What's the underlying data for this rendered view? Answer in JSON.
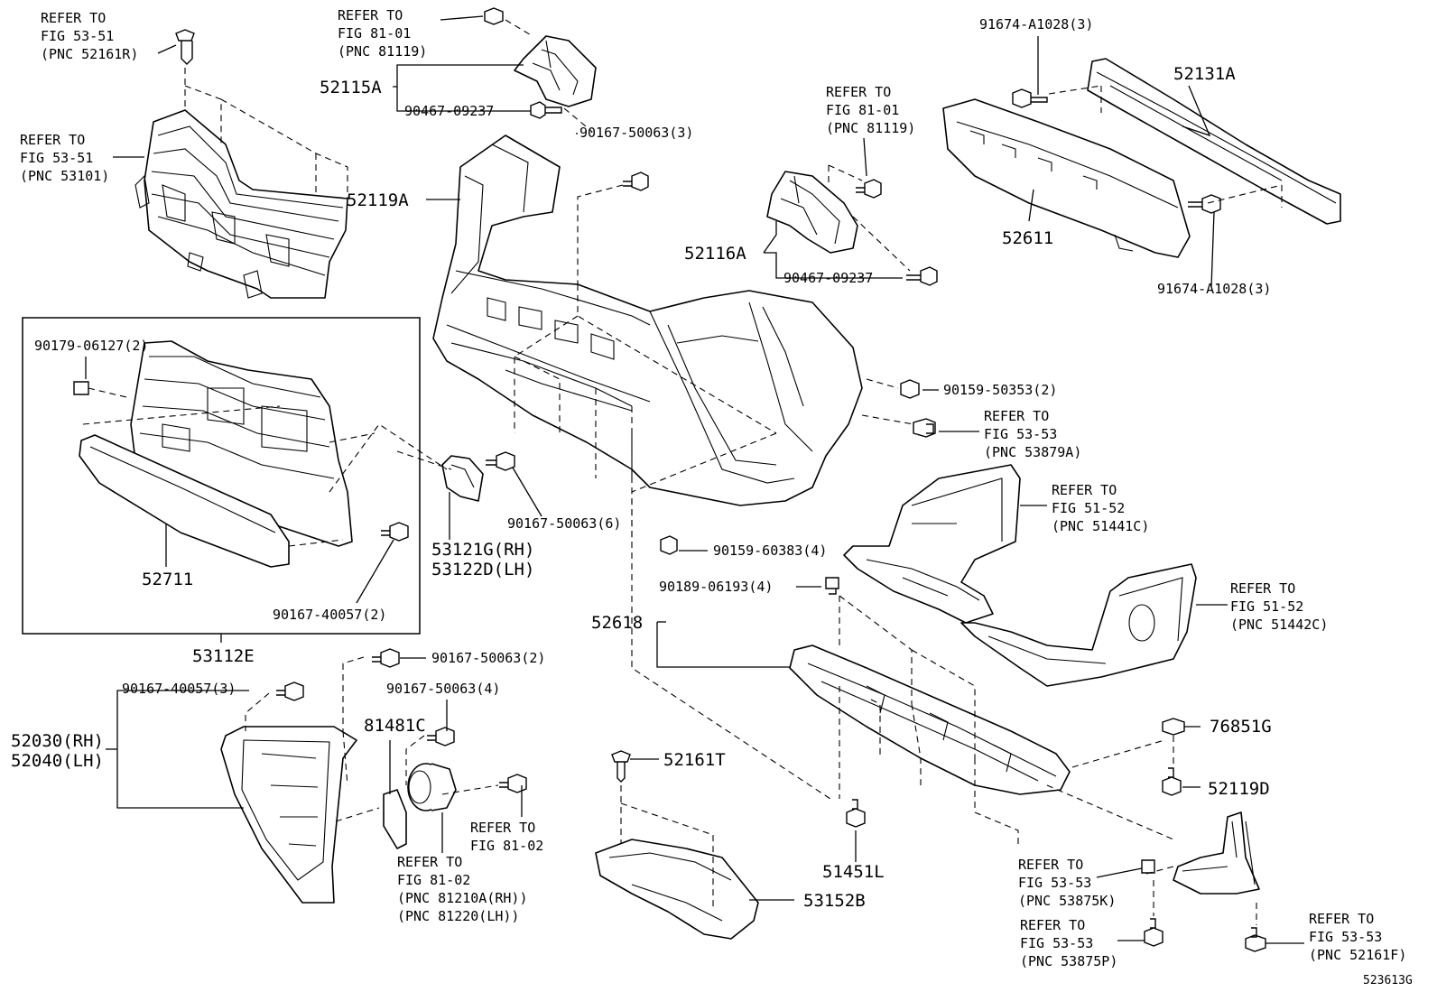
{
  "labels": {
    "ref_52161r": [
      "REFER TO",
      "FIG 53-51",
      "(PNC 52161R)"
    ],
    "ref_81119_top": [
      "REFER TO",
      "FIG 81-01",
      "(PNC 81119)"
    ],
    "p_52115a": "52115A",
    "p_90467_a": "90467-09237",
    "p_90167_50063_3": "90167-50063(3)",
    "ref_53101": [
      "REFER TO",
      "FIG 53-51",
      "(PNC 53101)"
    ],
    "p_52119a": "52119A",
    "p_91674_top": "91674-A1028(3)",
    "p_52131a": "52131A",
    "ref_81119_mid": [
      "REFER TO",
      "FIG 81-01",
      "(PNC 81119)"
    ],
    "p_52611": "52611",
    "p_52116a": "52116A",
    "p_90467_b": "90467-09237",
    "p_91674_bot": "91674-A1028(3)",
    "p_90179": "90179-06127(2)",
    "p_90159_50353": "90159-50353(2)",
    "ref_53879a": [
      "REFER TO",
      "FIG 53-53",
      "(PNC 53879A)"
    ],
    "ref_51441c": [
      "REFER TO",
      "FIG 51-52",
      "(PNC 51441C)"
    ],
    "p_90167_50063_6": "90167-50063(6)",
    "p_53121g": "53121G(RH)",
    "p_53122d": "53122D(LH)",
    "p_90159_60383": "90159-60383(4)",
    "p_52711": "52711",
    "p_90189": "90189-06193(4)",
    "p_52618": "52618",
    "ref_51442c": [
      "REFER TO",
      "FIG 51-52",
      "(PNC 51442C)"
    ],
    "p_90167_40057_2": "90167-40057(2)",
    "p_53112e": "53112E",
    "p_90167_50063_2": "90167-50063(2)",
    "p_90167_40057_3": "90167-40057(3)",
    "p_90167_50063_4": "90167-50063(4)",
    "p_52030": "52030(RH)",
    "p_52040": "52040(LH)",
    "p_81481c": "81481C",
    "p_76851g": "76851G",
    "p_52161t": "52161T",
    "p_52119d": "52119D",
    "ref_81_02_a": [
      "REFER TO",
      "FIG 81-02"
    ],
    "ref_81_02_b": [
      "REFER TO",
      "FIG 81-02",
      "(PNC 81210A(RH))",
      "(PNC 81220(LH))"
    ],
    "p_51451l": "51451L",
    "p_53152b": "53152B",
    "ref_53875k": [
      "REFER TO",
      "FIG 53-53",
      "(PNC 53875K)"
    ],
    "ref_53875p": [
      "REFER TO",
      "FIG 53-53",
      "(PNC 53875P)"
    ],
    "ref_52161f": [
      "REFER TO",
      "FIG 53-53",
      "(PNC 52161F)"
    ],
    "figure_id": "523613G"
  },
  "icons": [
    "bolt-icon",
    "clip-icon",
    "nut-icon",
    "screw-icon"
  ]
}
